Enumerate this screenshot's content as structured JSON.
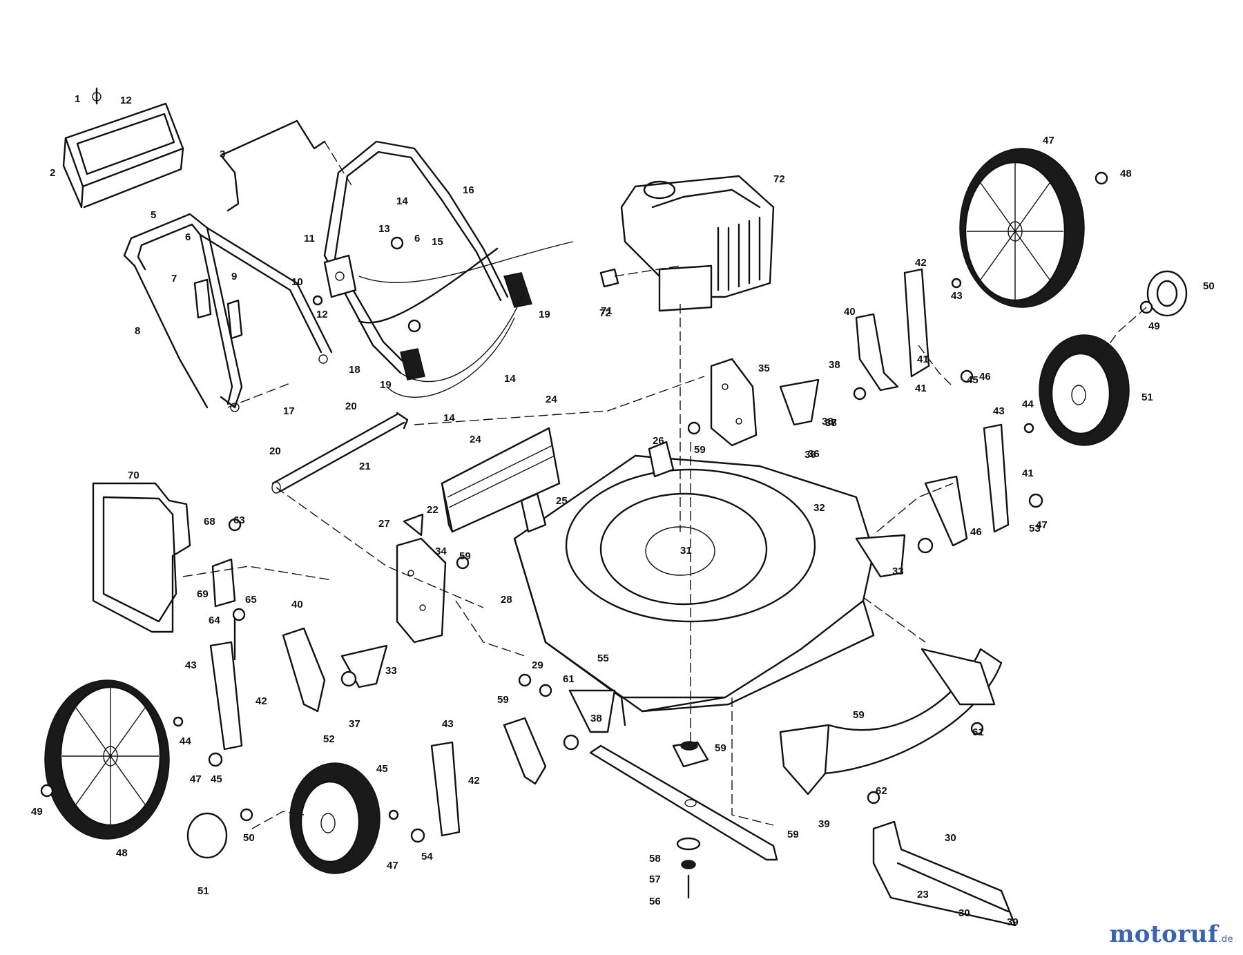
{
  "diagram": {
    "callouts": [
      "1",
      "2",
      "3",
      "5",
      "6",
      "6",
      "7",
      "8",
      "9",
      "10",
      "11",
      "12",
      "12",
      "13",
      "14",
      "14",
      "14",
      "15",
      "16",
      "17",
      "18",
      "19",
      "19",
      "20",
      "20",
      "21",
      "22",
      "23",
      "24",
      "24",
      "25",
      "26",
      "27",
      "28",
      "29",
      "30",
      "30",
      "31",
      "32",
      "33",
      "33",
      "34",
      "35",
      "36",
      "36",
      "37",
      "37",
      "38",
      "38",
      "38",
      "38",
      "39",
      "39",
      "40",
      "40",
      "41",
      "41",
      "41",
      "42",
      "42",
      "42",
      "43",
      "43",
      "43",
      "43",
      "44",
      "44",
      "45",
      "45",
      "45",
      "46",
      "46",
      "47",
      "47",
      "47",
      "47",
      "48",
      "48",
      "49",
      "49",
      "50",
      "50",
      "51",
      "51",
      "52",
      "53",
      "54",
      "55",
      "56",
      "57",
      "58",
      "59",
      "59",
      "59",
      "59",
      "59",
      "59",
      "61",
      "61",
      "62",
      "63",
      "64",
      "65",
      "68",
      "69",
      "70",
      "71",
      "72",
      "72"
    ]
  },
  "watermark": {
    "brand": "motoruf",
    "tld": ".de"
  },
  "colors": {
    "ink": "#111111",
    "watermark_blue": "#3a64b0",
    "watermark_orange": "#e08a1e"
  }
}
